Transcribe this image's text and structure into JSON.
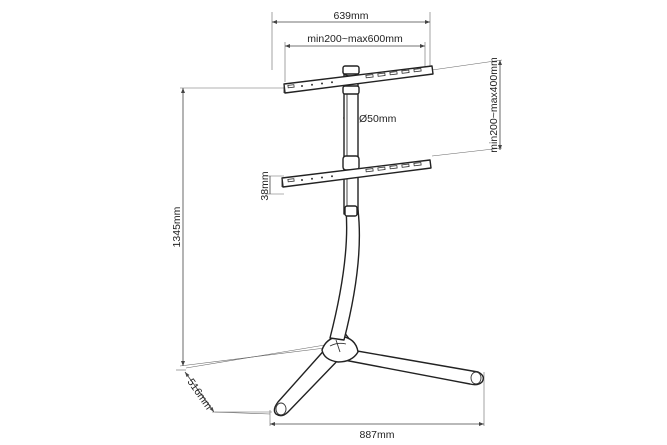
{
  "dimensions": {
    "bracket_length": "639mm",
    "vesa_range": "min200~max600mm",
    "vertical_range": "min200~max400mm",
    "pole_diameter": "Ø50mm",
    "bracket_height": "38mm",
    "overall_height": "1345mm",
    "base_depth": "516mm",
    "base_width": "887mm"
  }
}
